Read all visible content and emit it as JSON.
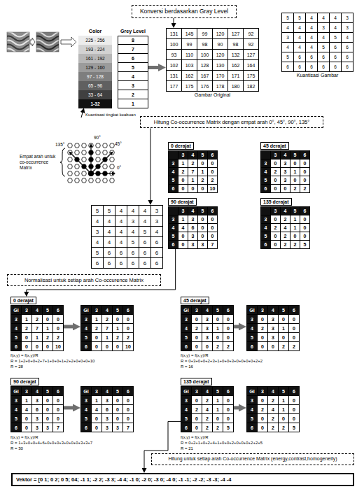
{
  "diagram": {
    "nodes": [
      {
        "text": [
          "Konversi berdasarkan Gray Level"
        ]
      },
      {
        "text": [
          "Color",
          "Grey Level",
          "225 - 256",
          "8",
          "193 - 224",
          "7",
          "161 - 192",
          "6",
          "129 - 160",
          "5",
          "97 - 128",
          "4",
          "65 - 96",
          "3",
          "33 - 64",
          "2",
          "1-32",
          "1"
        ]
      },
      {
        "text": [
          "131",
          "145",
          "99",
          "120",
          "127",
          "92",
          "100",
          "99",
          "98",
          "90",
          "98",
          "92",
          "93",
          "110",
          "100",
          "120",
          "132",
          "127",
          "102",
          "103",
          "128",
          "130",
          "162",
          "164",
          "131",
          "162",
          "167",
          "170",
          "171",
          "175",
          "177",
          "175",
          "176",
          "178",
          "180",
          "182",
          "Gambar Original"
        ]
      },
      {
        "text": [
          "5",
          "5",
          "4",
          "4",
          "4",
          "3",
          "4",
          "4",
          "4",
          "3",
          "4",
          "3",
          "3",
          "4",
          "4",
          "4",
          "5",
          "4",
          "4",
          "4",
          "4",
          "5",
          "6",
          "6",
          "5",
          "6",
          "6",
          "6",
          "6",
          "6",
          "6",
          "6",
          "6",
          "6",
          "6",
          "6",
          "Kuantisasi Gambar"
        ]
      },
      {
        "text": [
          "Hitung Co-occurrence Matrix dengan empat arah 0°, 45°, 90°, 135°"
        ]
      },
      {
        "text": [
          "5",
          "5",
          "4",
          "4",
          "4",
          "3",
          "4",
          "4",
          "4",
          "3",
          "4",
          "3",
          "3",
          "4",
          "4",
          "4",
          "5",
          "4",
          "4",
          "4",
          "4",
          "5",
          "6",
          "6",
          "5",
          "6",
          "6",
          "6",
          "6",
          "6",
          "6",
          "6",
          "6",
          "6",
          "6",
          "6"
        ]
      },
      {
        "text": [
          "0 derajat",
          "3",
          "4",
          "5",
          "6",
          "3",
          "1",
          "2",
          "0",
          "0",
          "4",
          "2",
          "7",
          "1",
          "0",
          "5",
          "0",
          "1",
          "2",
          "2",
          "6",
          "0",
          "0",
          "0",
          "10"
        ]
      },
      {
        "text": [
          "45 derajat",
          "3",
          "4",
          "5",
          "6",
          "3",
          "0",
          "3",
          "0",
          "0",
          "4",
          "2",
          "3",
          "1",
          "0",
          "5",
          "0",
          "3",
          "0",
          "0",
          "6",
          "0",
          "0",
          "2",
          "2"
        ]
      },
      {
        "text": [
          "90 derajat",
          "3",
          "4",
          "5",
          "6",
          "3",
          "1",
          "3",
          "0",
          "0",
          "4",
          "4",
          "6",
          "0",
          "0",
          "5",
          "0",
          "3",
          "0",
          "0",
          "6",
          "0",
          "3",
          "3",
          "7"
        ]
      },
      {
        "text": [
          "135 derajat",
          "3",
          "4",
          "5",
          "6",
          "3",
          "0",
          "2",
          "1",
          "0",
          "4",
          "2",
          "4",
          "1",
          "0",
          "5",
          "0",
          "2",
          "0",
          "0",
          "6",
          "0",
          "2",
          "2",
          "5"
        ]
      },
      {
        "text": [
          "Normalisasi untuk setiap arah Co-occurence Matrix"
        ]
      },
      {
        "text": [
          "0 derajat",
          "GI",
          "3",
          "4",
          "5",
          "6",
          "3",
          "1",
          "2",
          "0",
          "0",
          "4",
          "2",
          "7",
          "1",
          "0",
          "5",
          "0",
          "1",
          "2",
          "2",
          "6",
          "0",
          "0",
          "0",
          "10"
        ]
      },
      {
        "text": [
          "GI",
          "3",
          "4",
          "5",
          "6",
          "3",
          "1",
          "2",
          "0",
          "0",
          "4",
          "2",
          "7",
          "1",
          "0",
          "5",
          "0",
          "1",
          "2",
          "2",
          "6",
          "0",
          "0",
          "0",
          "10"
        ]
      },
      {
        "text": [
          "45 derajat",
          "GI",
          "3",
          "4",
          "5",
          "6",
          "3",
          "0",
          "3",
          "0",
          "0",
          "4",
          "2",
          "3",
          "1",
          "0",
          "5",
          "0",
          "3",
          "0",
          "0",
          "6",
          "0",
          "0",
          "2",
          "2"
        ]
      },
      {
        "text": [
          "GI",
          "3",
          "4",
          "5",
          "6",
          "3",
          "0",
          "3",
          "0",
          "0",
          "4",
          "2",
          "3",
          "1",
          "0",
          "5",
          "0",
          "3",
          "0",
          "0",
          "6",
          "0",
          "0",
          "2",
          "2"
        ]
      },
      {
        "text": [
          "90 derajat",
          "GI",
          "3",
          "4",
          "5",
          "6",
          "3",
          "1",
          "3",
          "0",
          "0",
          "4",
          "4",
          "6",
          "0",
          "0",
          "5",
          "0",
          "3",
          "0",
          "0",
          "6",
          "0",
          "3",
          "3",
          "7"
        ]
      },
      {
        "text": [
          "GI",
          "3",
          "4",
          "5",
          "6",
          "3",
          "1",
          "3",
          "0",
          "0",
          "4",
          "4",
          "6",
          "0",
          "0",
          "5",
          "0",
          "3",
          "0",
          "0",
          "6",
          "0",
          "3",
          "3",
          "7"
        ]
      },
      {
        "text": [
          "135 derajat",
          "GI",
          "3",
          "4",
          "5",
          "6",
          "3",
          "0",
          "2",
          "1",
          "0",
          "4",
          "2",
          "4",
          "1",
          "0",
          "5",
          "0",
          "2",
          "0",
          "0",
          "6",
          "0",
          "2",
          "2",
          "5"
        ]
      },
      {
        "text": [
          "GI",
          "3",
          "4",
          "5",
          "6",
          "3",
          "0",
          "2",
          "1",
          "0",
          "4",
          "2",
          "4",
          "1",
          "0",
          "5",
          "0",
          "2",
          "0",
          "0",
          "6",
          "0",
          "2",
          "2",
          "5"
        ]
      },
      {
        "text": [
          "Hitung untuk setiap arah Co-occurrence Matrix (energy,contrast,homogeneity)"
        ]
      },
      {
        "text": [
          "Vektor = [0 1; 0 2; 0 5; 04; -1 1; -2 2; -3 3; -4 4; -1 0; -2 0; -3 0; -4 0; -1 -1; -2 -2; -3 -3; -4 -4"
        ]
      }
    ],
    "edges": [
      {
        "from": 0,
        "to": 2,
        "arrow": "to"
      },
      {
        "from": 1,
        "to": 2,
        "arrow": "to"
      },
      {
        "from": 4,
        "to": 5,
        "arrow": "to"
      },
      {
        "from": 8,
        "to": 11,
        "arrow": "to"
      },
      {
        "from": 11,
        "to": 12,
        "arrow": "to"
      },
      {
        "from": 13,
        "to": 14,
        "arrow": "to"
      },
      {
        "from": 15,
        "to": 16,
        "arrow": "to"
      },
      {
        "from": 17,
        "to": 18,
        "arrow": "to"
      },
      {
        "from": 17,
        "to": 20,
        "arrow": "to"
      }
    ],
    "labels": [
      "Kuantisasi tingkat keabuan",
      "Empat arah untuk co-occurrence Matrix",
      "135°",
      "90°",
      "45°",
      "0°",
      "f(x,y) = f(x,y)/R",
      "R = 1+2+0+0+2+7+1+0+0+1+2+2+0+0+0+10",
      "R = 28",
      "f(x,y) = f(x,y)/R",
      "R = 0+3+0+0+2+3+1+0+0+3+0+0+0+0+2+2",
      "R = 16",
      "f(x,y) = f(x,y)/R",
      "R = 1+3+0+0+4+6+0+0+0+3+0+0+0+3+3+7",
      "R = 30",
      "f(x,y) = f(x,y)/R",
      "R = 0+2+1+0+2+4+1+0+0+2+0+0+0+2+2+5",
      "R = 21"
    ]
  }
}
